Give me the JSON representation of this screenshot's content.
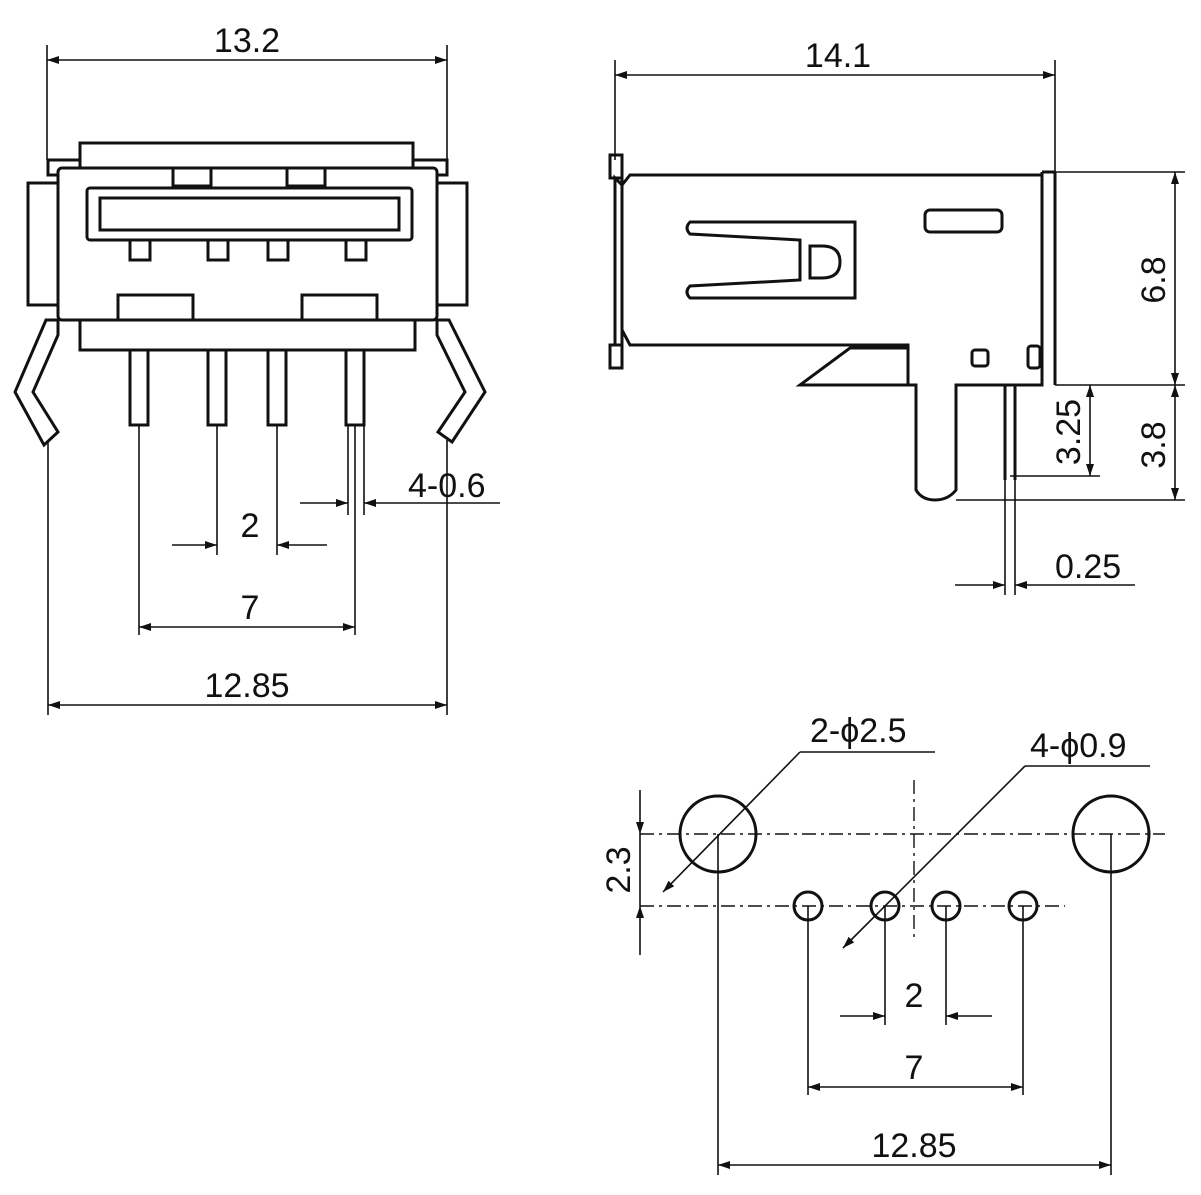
{
  "front_view": {
    "width_top": "13.2",
    "pin_pitch": "2",
    "pin_span": "7",
    "pin_width": "4-0.6",
    "leg_span": "12.85"
  },
  "side_view": {
    "length": "14.1",
    "height": "6.8",
    "pin_length_inner": "3.25",
    "pin_length_outer": "3.8",
    "shell_thickness": "0.25"
  },
  "footprint": {
    "mount_holes": "2-ϕ2.5",
    "pin_holes": "4-ϕ0.9",
    "row_offset": "2.3",
    "pin_pitch": "2",
    "pin_span": "7",
    "hole_span": "12.85"
  }
}
